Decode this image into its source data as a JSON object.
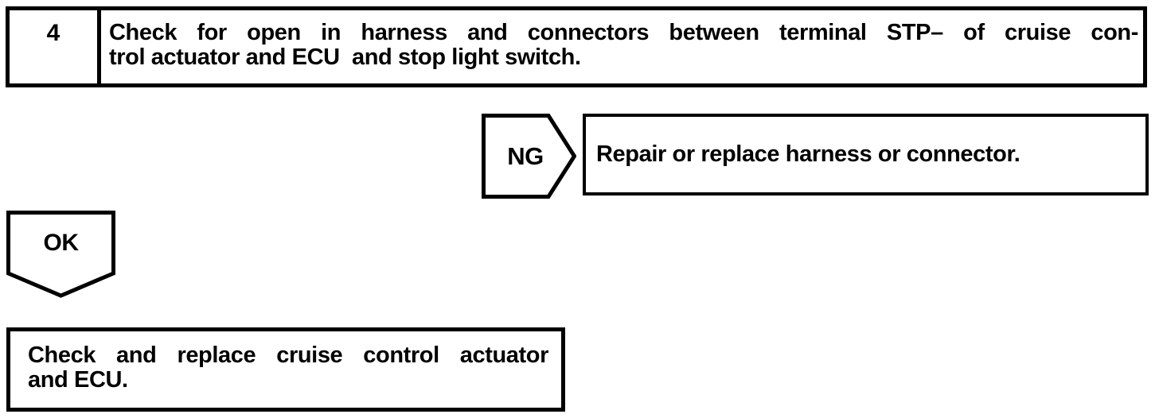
{
  "flowchart": {
    "step_box": {
      "number": "4",
      "instruction_line1": "Check for open in harness and connectors between terminal STP– of cruise con-",
      "instruction_line2": "trol actuator and ECU  and stop light switch."
    },
    "ng_branch": {
      "label": "NG",
      "action": "Repair or replace harness or connector."
    },
    "ok_branch": {
      "label": "OK"
    },
    "result_box": {
      "line1": "Check and replace cruise control actuator",
      "line2": "and ECU."
    },
    "colors": {
      "ink": "#000000",
      "paper": "#ffffff"
    }
  }
}
